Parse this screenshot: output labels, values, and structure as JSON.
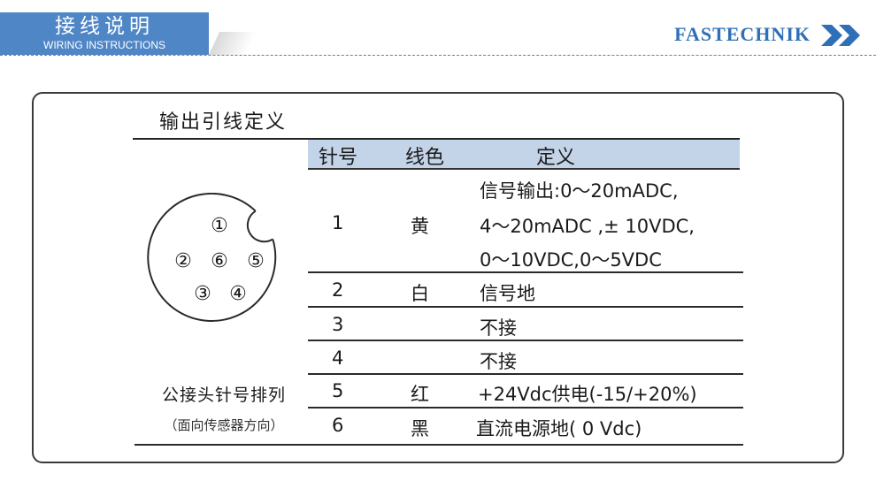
{
  "header": {
    "tab_cn": "接线说明",
    "tab_en": "WIRING INSTRUCTIONS",
    "brand": "FASTECHNIK",
    "brand_color": "#2f6fb8",
    "tab_color": "#4f86c6"
  },
  "section": {
    "title": "输出引线定义"
  },
  "table": {
    "headers": [
      "针号",
      "线色",
      "定义"
    ],
    "header_bg": "#c3d3e8",
    "rows": [
      {
        "pin": "1",
        "color": "黄",
        "definition": [
          "信号输出:0～20mADC,",
          "4～20mADC ,± 10VDC,",
          "0～10VDC,0～5VDC"
        ]
      },
      {
        "pin": "2",
        "color": "白",
        "definition": [
          "信号地"
        ]
      },
      {
        "pin": "3",
        "color": "",
        "definition": [
          "不接"
        ]
      },
      {
        "pin": "4",
        "color": "",
        "definition": [
          "不接"
        ]
      },
      {
        "pin": "5",
        "color": "红",
        "definition": [
          "+24Vdc供电(-15/+20%)"
        ]
      },
      {
        "pin": "6",
        "color": "黑",
        "definition": [
          "直流电源地( 0 Vdc)"
        ]
      }
    ]
  },
  "connector": {
    "label": "公接头针号排列",
    "sublabel": "（面向传感器方向）",
    "pins": [
      "①",
      "②",
      "⑥",
      "⑤",
      "③",
      "④"
    ]
  }
}
